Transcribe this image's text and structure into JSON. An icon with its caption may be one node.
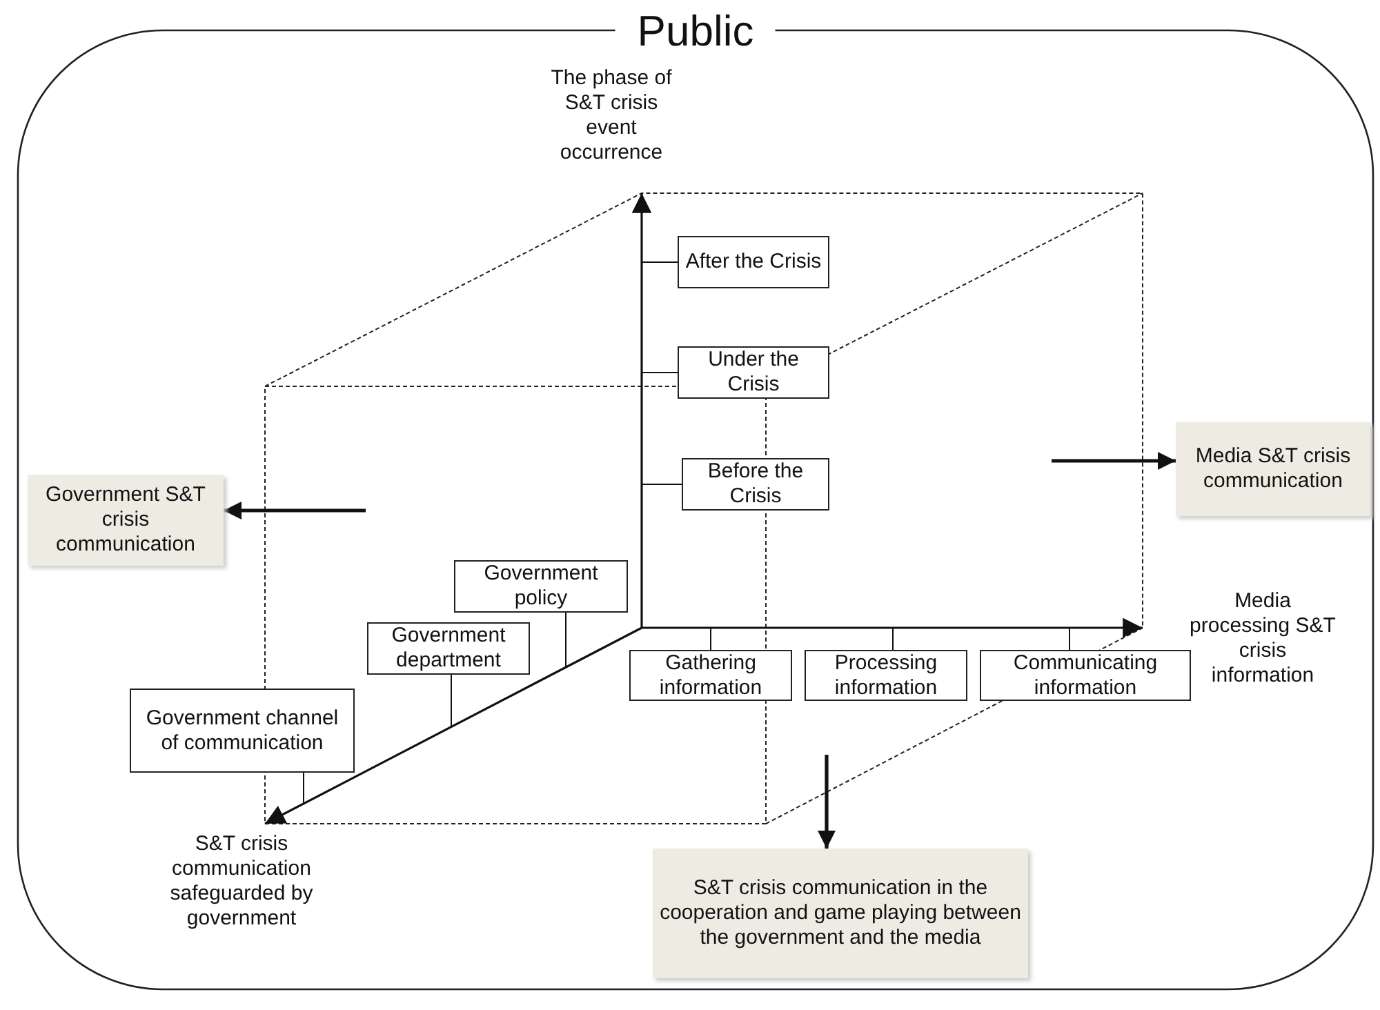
{
  "diagram": {
    "nodes": [
      {
        "text": [
          "Public"
        ]
      },
      {
        "text": [
          "After the Crisis"
        ],
        "in": 0
      },
      {
        "text": [
          "Under the Crisis"
        ],
        "in": 0
      },
      {
        "text": [
          "Before the Crisis"
        ],
        "in": 0
      },
      {
        "text": [
          "Government policy"
        ],
        "in": 0
      },
      {
        "text": [
          "Government department"
        ],
        "in": 0
      },
      {
        "text": [
          "Government channel of communication"
        ],
        "in": 0
      },
      {
        "text": [
          "Gathering information"
        ],
        "in": 0
      },
      {
        "text": [
          "Processing information"
        ],
        "in": 0
      },
      {
        "text": [
          "Communicating information"
        ],
        "in": 0
      },
      {
        "text": [
          "Government S&T crisis communication"
        ],
        "in": 0
      },
      {
        "text": [
          "Media S&T crisis communication"
        ],
        "in": 0
      },
      {
        "text": [
          "S&T crisis communication in the cooperation and game playing between the government and the media"
        ],
        "in": 0
      }
    ],
    "edges": [
      {
        "from": 1,
        "to": null,
        "arrow": "none"
      },
      {
        "from": 2,
        "to": null,
        "arrow": "none"
      },
      {
        "from": 3,
        "to": null,
        "arrow": "none"
      },
      {
        "from": 4,
        "to": null,
        "arrow": "none"
      },
      {
        "from": 5,
        "to": null,
        "arrow": "none"
      },
      {
        "from": 6,
        "to": null,
        "arrow": "none"
      },
      {
        "from": 7,
        "to": null,
        "arrow": "none"
      },
      {
        "from": 8,
        "to": null,
        "arrow": "none"
      },
      {
        "from": 9,
        "to": null,
        "arrow": "none"
      },
      {
        "from": null,
        "to": 10,
        "arrow": "to",
        "style": "thick"
      },
      {
        "from": null,
        "to": 11,
        "arrow": "to",
        "style": "thick"
      },
      {
        "from": null,
        "to": 12,
        "arrow": "to",
        "style": "thick"
      }
    ],
    "labels": [
      "The phase of S&T crisis event occurrence",
      "Media processing S&T crisis information",
      "S&T crisis communication safeguarded by government"
    ]
  }
}
